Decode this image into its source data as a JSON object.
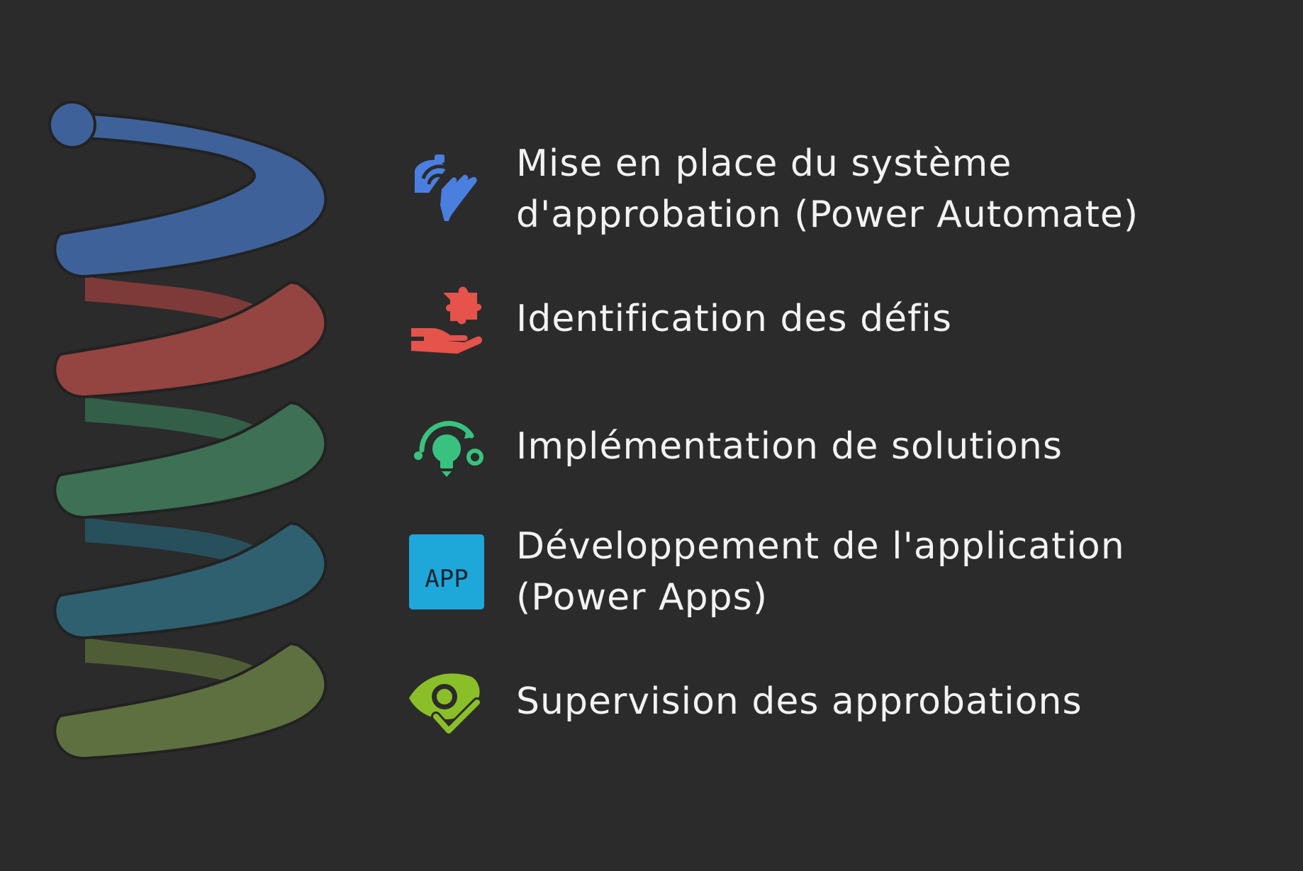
{
  "colors": {
    "background": "#2b2b2b",
    "text": "#f2f2f2",
    "blue": "#3f6199",
    "red": "#944441",
    "green": "#3d7054",
    "teal": "#2e6070",
    "olive": "#5f7040",
    "icon_blue": "#4a7fe0",
    "icon_red": "#e5534b",
    "icon_green": "#39c27f",
    "icon_cyan": "#1ea7d9",
    "icon_lime": "#8bbf2a"
  },
  "items": [
    {
      "label": "Mise en place du système\nd'approbation (Power Automate)",
      "icon": "hand-tap-icon"
    },
    {
      "label": "Identification des défis",
      "icon": "puzzle-hand-icon"
    },
    {
      "label": "Implémentation de solutions",
      "icon": "lightbulb-gear-icon"
    },
    {
      "label": "Développement de l'application\n(Power Apps)",
      "icon": "app-icon",
      "icon_text": "APP"
    },
    {
      "label": "Supervision des approbations",
      "icon": "eye-check-icon"
    }
  ]
}
